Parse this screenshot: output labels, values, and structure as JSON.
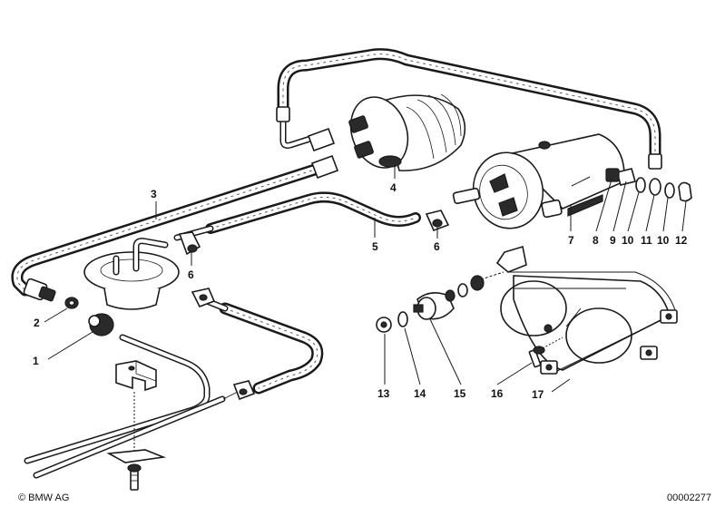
{
  "callouts": {
    "c1": "1",
    "c2": "2",
    "c3": "3",
    "c4": "4",
    "c5": "5",
    "c6a": "6",
    "c6b": "6",
    "c7": "7",
    "c8": "8",
    "c9": "9",
    "c10a": "10",
    "c10b": "10",
    "c11": "11",
    "c12": "12",
    "c13": "13",
    "c14": "14",
    "c15": "15",
    "c16": "16",
    "c17": "17"
  },
  "footer": {
    "copyright": "© BMW AG",
    "diagram_number": "00002277"
  }
}
